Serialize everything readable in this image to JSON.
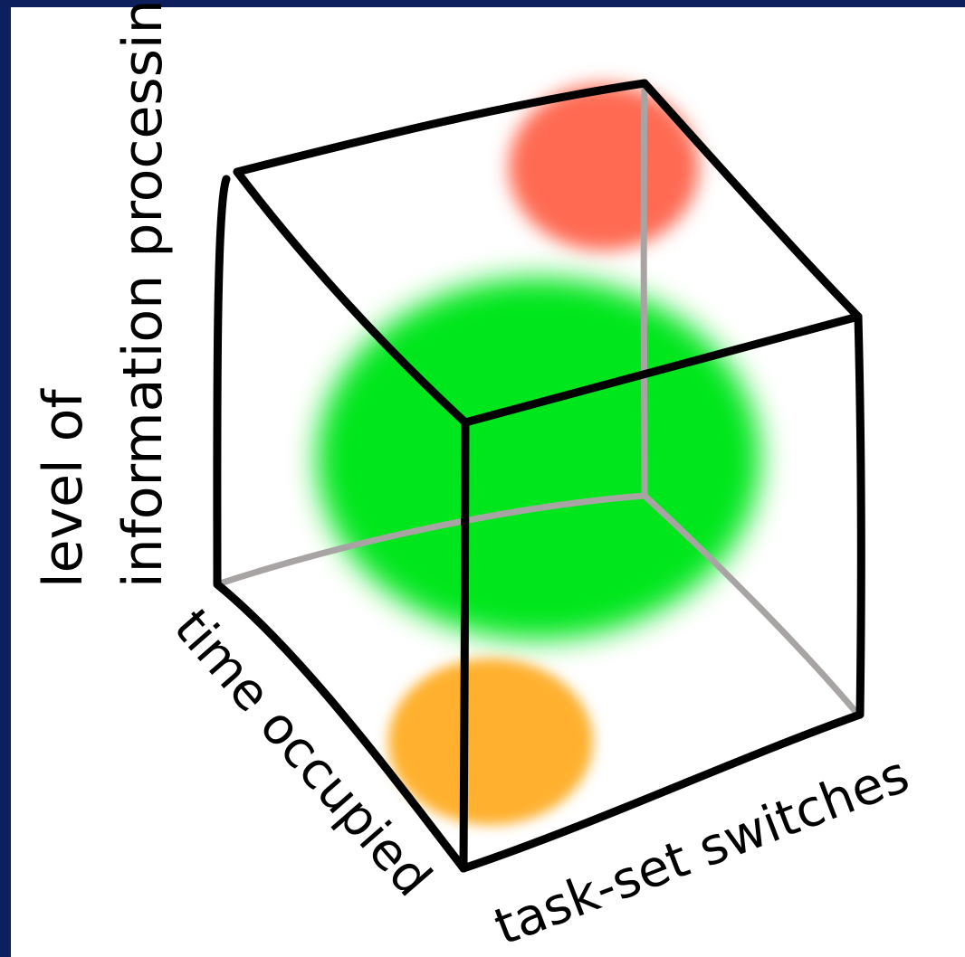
{
  "diagram": {
    "vertical_axis_label_line1": "level of",
    "vertical_axis_label_line2": "information processing",
    "depth_axis_label": "time occupied",
    "horizontal_axis_label": "task-set switches"
  },
  "colors": {
    "background": "#0d1f5c",
    "panel": "#ffffff",
    "edge": "#000000",
    "hidden_edge": "#a8a4a4",
    "red_blob": "#ff6a52",
    "green_blob": "#00e61c",
    "orange_blob": "#ffb02e"
  }
}
